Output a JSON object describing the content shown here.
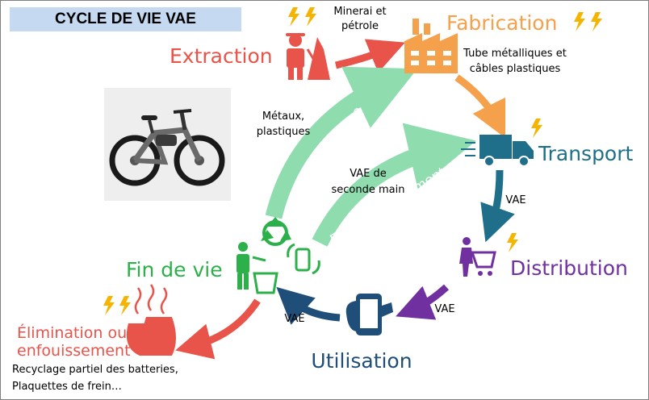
{
  "title": "CYCLE DE VIE VAE",
  "stages": {
    "extraction": "Extraction",
    "fabrication": "Fabrication",
    "transport": "Transport",
    "distribution": "Distribution",
    "utilisation": "Utilisation",
    "fin_de_vie": "Fin de vie",
    "elimination_line1": "Élimination ou",
    "elimination_line2": "enfouissement"
  },
  "labels": {
    "minerai": "Minerai et",
    "petrole": "pétrole",
    "tube": "Tube métalliques et",
    "cables": "câbles plastiques",
    "metaux": "Métaux,",
    "plastiques": "plastiques",
    "vae_seconde_1": "VAE de",
    "vae_seconde_2": "seconde main",
    "vae_transport": "VAE",
    "vae_distribution": "VAE",
    "vae_utilisation": "VAE",
    "recyclage_partiel": "Recyclage partiel des batteries,",
    "plaquettes": "Plaquettes de frein…",
    "recyclage_arrow": "Recyclage",
    "reconditionnement_arrow": "Reconditionnement"
  },
  "colors": {
    "red": "#e8534a",
    "orange": "#f5a04a",
    "blue": "#1f6f8b",
    "purple": "#7030a0",
    "navy": "#1f4e79",
    "green": "#2bb04a",
    "light_green": "#8fdcaf",
    "bolt": "#f5b400"
  }
}
